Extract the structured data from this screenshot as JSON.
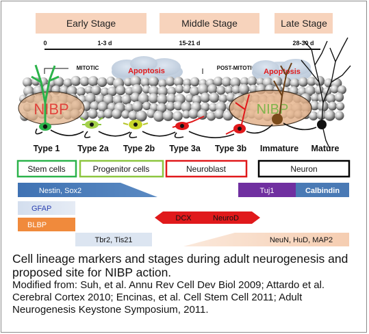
{
  "stages": [
    "Early Stage",
    "Middle Stage",
    "Late Stage"
  ],
  "timeline": {
    "t0": "0",
    "t1": "1-3 d",
    "t2": "15-21 d",
    "t3": "28-30 d"
  },
  "phases": {
    "mitotic": "MITOTIC",
    "postmitotic": "POST-MITOTIC"
  },
  "apoptosis": "Apoptosis",
  "nibp_label": "NIBP",
  "cell_types": [
    "Type 1",
    "Type 2a",
    "Type 2b",
    "Type 3a",
    "Type 3b",
    "Immature",
    "Mature"
  ],
  "categories": [
    {
      "label": "Stem cells",
      "color": "#2bb34a"
    },
    {
      "label": "Progenitor cells",
      "color": "#8cc63f"
    },
    {
      "label": "Neuroblast",
      "color": "#e0191b"
    },
    {
      "label": "Neuron",
      "color": "#000000"
    }
  ],
  "markers": {
    "nestin_sox2": "Nestin, Sox2",
    "tuj1": "Tuj1",
    "calbindin": "Calbindin",
    "gfap": "GFAP",
    "blbp": "BLBP",
    "dcx": "DCX",
    "neurod": "NeuroD",
    "tbr2_tis21": "Tbr2, Tis21",
    "neun": "NeuN, HuD, MAP2"
  },
  "caption": {
    "main": "Cell lineage markers and stages during adult neurogenesis and proposed site for NIBP action.",
    "sub": "Modified from: Suh, et al. Annu Rev Cell Dev Biol 2009; Attardo et al. Cerebral Cortex 2010; Encinas, et al. Cell Stem Cell 2011; Adult Neurogenesis Keystone Symposium, 2011."
  },
  "colors": {
    "stage_box": "#f7d3bc",
    "nestin": "#4a7ab5",
    "tuj1": "#7030a0",
    "calbindin": "#4a7ab5",
    "gfap": "#dce5f1",
    "blbp": "#f08a3c",
    "dcx": "#e0191b",
    "tbr2": "#dce5f1",
    "neun": "#f7d9c4",
    "nibp_red": "#e0191b",
    "nibp_green": "#6db33f"
  }
}
